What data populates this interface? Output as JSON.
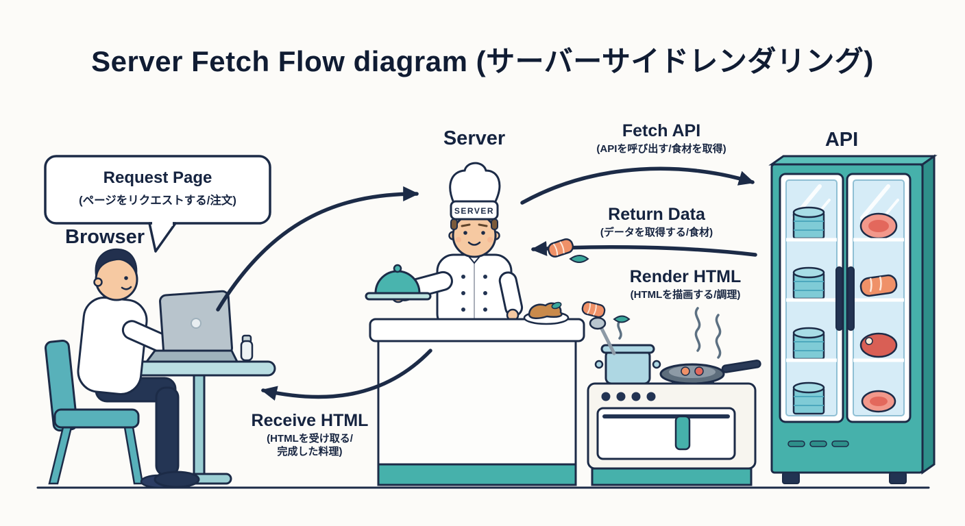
{
  "title": "Server Fetch Flow diagram (サーバーサイドレンダリング)",
  "bubble": {
    "title": "Request Page",
    "subtitle": "(ページをリクエストする/注文)"
  },
  "actors": {
    "browser": "Browser",
    "server": "Server",
    "api": "API",
    "chef_hat_text": "SERVER"
  },
  "steps": {
    "fetch_api": {
      "en": "Fetch API",
      "ja": "(APIを呼び出す/食材を取得)"
    },
    "return_data": {
      "en": "Return Data",
      "ja": "(データを取得する/食材)"
    },
    "render_html": {
      "en": "Render HTML",
      "ja": "(HTMLを描画する/調理)"
    },
    "receive_html": {
      "en": "Receive HTML",
      "ja_line1": "(HTMLを受け取る/",
      "ja_line2": "完成した料理)"
    }
  },
  "colors": {
    "ink": "#1c2b47",
    "teal": "#46b1ab",
    "teal_dark": "#2e8f8a",
    "teal_light": "#bfe3e0",
    "glass": "#d6ecf7",
    "skin": "#f6c9a2",
    "salmon": "#ef9168",
    "meat": "#e3685c",
    "background": "#fcfbf8"
  }
}
